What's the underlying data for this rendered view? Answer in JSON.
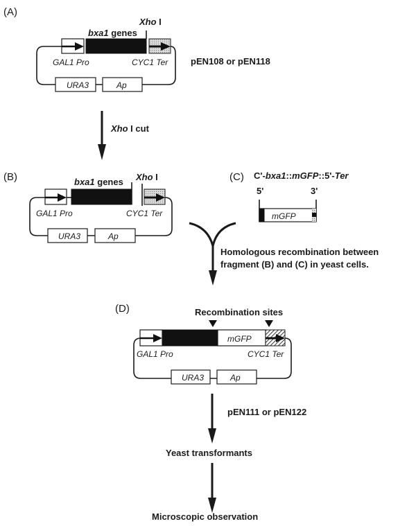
{
  "panels": {
    "A": {
      "label": "(A)",
      "gene_label_bold": "genes",
      "gene_label_ital": "bxa1",
      "site_ital": "Xho",
      "site_rest": " I",
      "promoter": "GAL1 Pro",
      "terminator": "CYC1 Ter",
      "marker1": "URA3",
      "marker2": "Ap",
      "plasmids": "pEN108 or pEN118"
    },
    "step1": {
      "ital": "Xho",
      "rest": " I cut"
    },
    "B": {
      "label": "(B)",
      "gene_label_bold": "genes",
      "gene_label_ital": "bxa1",
      "site_ital": "Xho",
      "site_rest": " I",
      "promoter": "GAL1 Pro",
      "terminator": "CYC1 Ter",
      "marker1": "URA3",
      "marker2": "Ap"
    },
    "C": {
      "label": "(C)",
      "title_part1": "C'-",
      "title_part2": "bxa1",
      "title_part3": "::",
      "title_part4": "mGFP",
      "title_part5": "::5'-",
      "title_part6": "Ter",
      "end5": "5'",
      "end3": "3'",
      "insert": "mGFP"
    },
    "step2": {
      "line1": "Homologous recombination between",
      "line2": "fragment (B) and (C) in yeast cells."
    },
    "D": {
      "label": "(D)",
      "sites": "Recombination sites",
      "insert": "mGFP",
      "promoter": "GAL1 Pro",
      "terminator": "CYC1 Ter",
      "marker1": "URA3",
      "marker2": "Ap"
    },
    "step3": {
      "label": "pEN111 or pEN122"
    },
    "result1": "Yeast transformants",
    "result2": "Microscopic observation"
  },
  "colors": {
    "ink": "#1a1a1a",
    "terminator_fill": "#bdbdbd"
  }
}
